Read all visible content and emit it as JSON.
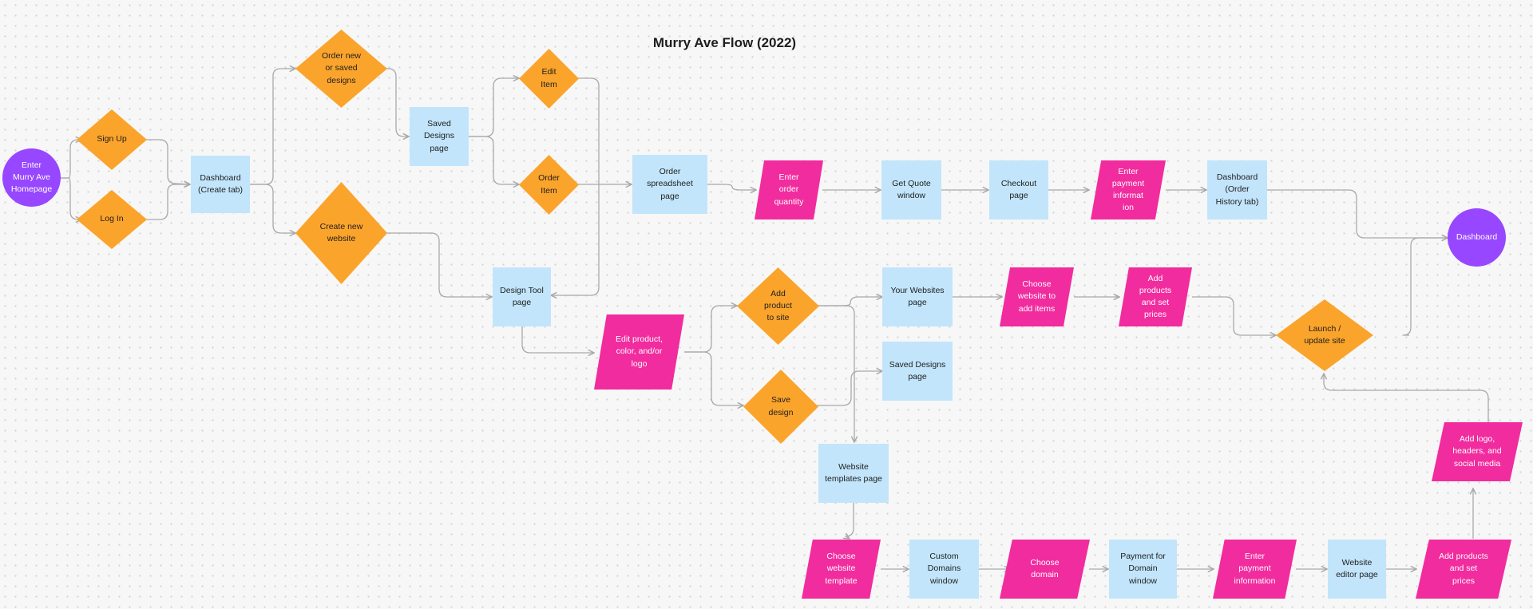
{
  "title": "Murry Ave Flow (2022)",
  "colors": {
    "process": "#c2e5fb",
    "decision": "#fba42c",
    "input": "#f12c9e",
    "terminal": "#9747ff",
    "connector": "#a8a8a8"
  },
  "nodes": {
    "enter_homepage": "Enter\nMurry Ave\nHomepage",
    "sign_up": "Sign Up",
    "log_in": "Log In",
    "dashboard_create": "Dashboard\n(Create tab)",
    "order_new_saved": "Order new\nor saved\ndesigns",
    "create_new_website": "Create new\nwebsite",
    "saved_designs_page_1": "Saved\nDesigns\npage",
    "edit_item": "Edit\nItem",
    "order_item": "Order\nItem",
    "design_tool_page": "Design Tool\npage",
    "order_spreadsheet": "Order\nspreadsheet\npage",
    "enter_order_quantity": "Enter\norder\nquantity",
    "get_quote_window": "Get Quote\nwindow",
    "checkout_page": "Checkout\npage",
    "enter_payment_top": "Enter\npayment\ninformat\nion",
    "dashboard_order_history": "Dashboard\n(Order\nHistory tab)",
    "dashboard_end": "Dashboard",
    "edit_product_color_logo": "Edit product,\ncolor, and/or\nlogo",
    "add_product_to_site": "Add\nproduct\nto site",
    "save_design": "Save\ndesign",
    "your_websites_page": "Your Websites\npage",
    "saved_designs_page_2": "Saved Designs\npage",
    "choose_website_add_items": "Choose\nwebsite to\nadd items",
    "add_products_set_prices_top": "Add\nproducts\nand set\nprices",
    "launch_update_site": "Launch /\nupdate site",
    "website_templates_page": "Website\ntemplates page",
    "choose_website_template": "Choose\nwebsite\ntemplate",
    "custom_domains_window": "Custom\nDomains\nwindow",
    "choose_domain": "Choose\ndomain",
    "payment_for_domain_window": "Payment for\nDomain\nwindow",
    "enter_payment_bottom": "Enter\npayment\ninformation",
    "website_editor_page": "Website\neditor page",
    "add_products_set_prices_bottom": "Add products\nand set\nprices",
    "add_logo_headers_social": "Add logo,\nheaders, and\nsocial media"
  }
}
